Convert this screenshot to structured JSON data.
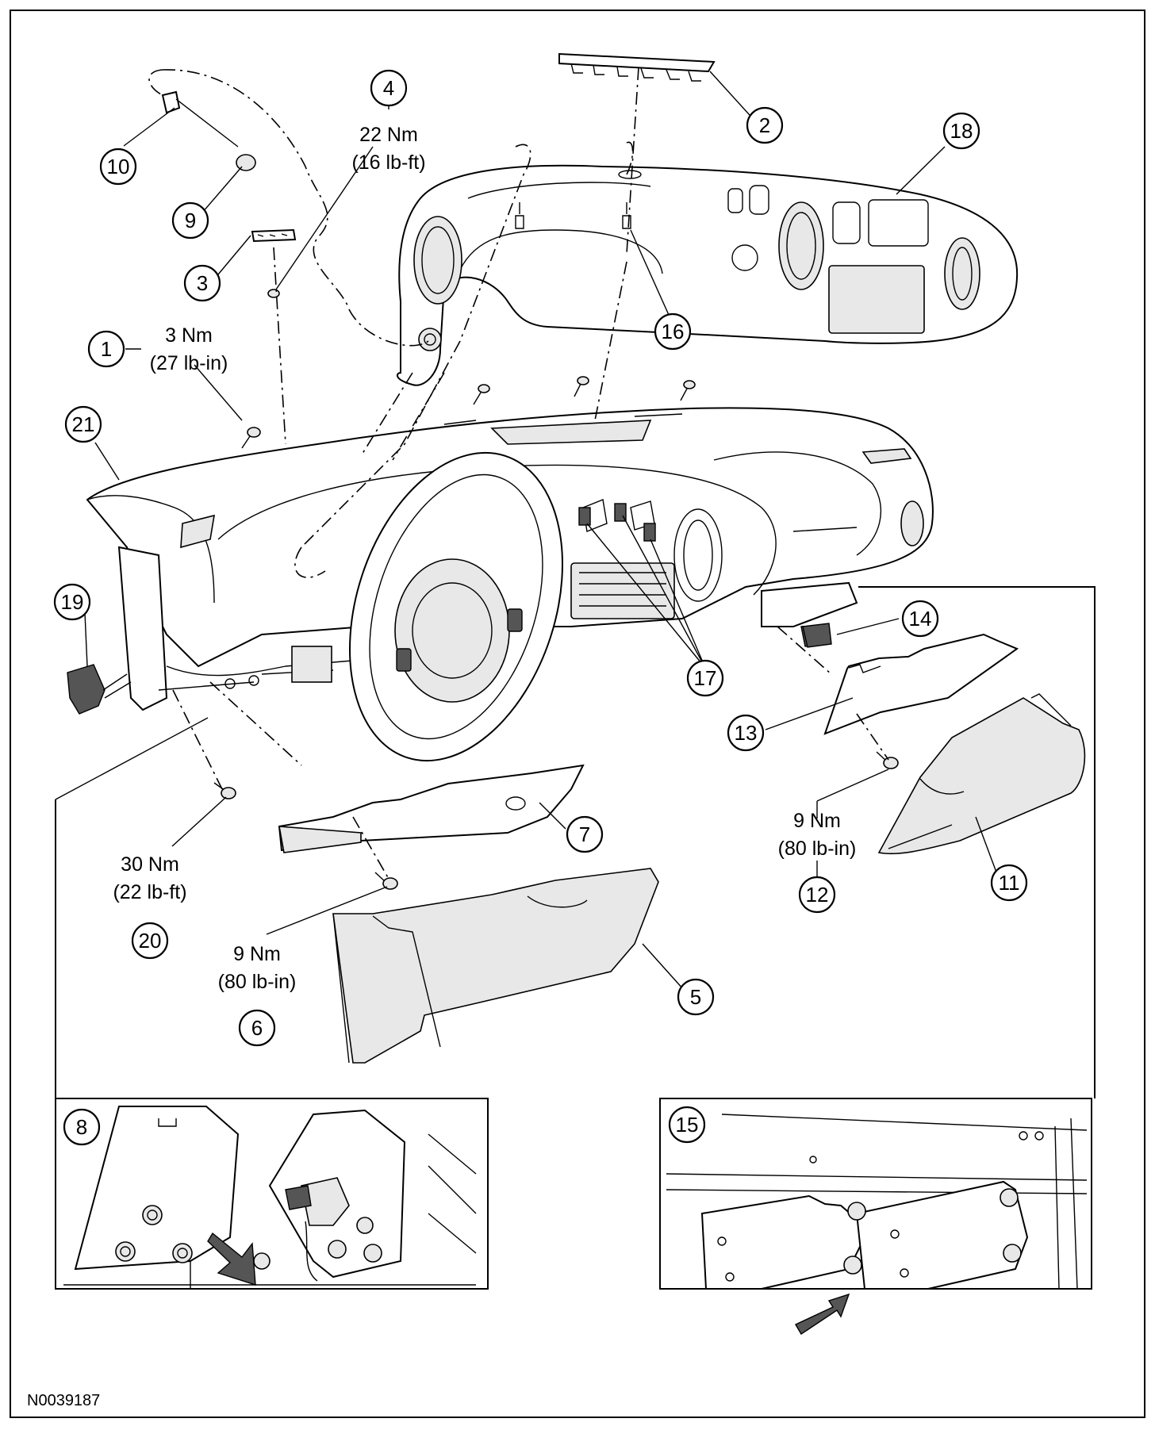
{
  "diagram": {
    "figure_id": "N0039187",
    "callouts": [
      {
        "id": "c1",
        "label": "1"
      },
      {
        "id": "c2",
        "label": "2"
      },
      {
        "id": "c3",
        "label": "3"
      },
      {
        "id": "c4",
        "label": "4"
      },
      {
        "id": "c5",
        "label": "5"
      },
      {
        "id": "c6",
        "label": "6"
      },
      {
        "id": "c7",
        "label": "7"
      },
      {
        "id": "c8",
        "label": "8"
      },
      {
        "id": "c9",
        "label": "9"
      },
      {
        "id": "c10",
        "label": "10"
      },
      {
        "id": "c11",
        "label": "11"
      },
      {
        "id": "c12",
        "label": "12"
      },
      {
        "id": "c13",
        "label": "13"
      },
      {
        "id": "c14",
        "label": "14"
      },
      {
        "id": "c15",
        "label": "15"
      },
      {
        "id": "c16",
        "label": "16"
      },
      {
        "id": "c17",
        "label": "17"
      },
      {
        "id": "c18",
        "label": "18"
      },
      {
        "id": "c19",
        "label": "19"
      },
      {
        "id": "c20",
        "label": "20"
      },
      {
        "id": "c21",
        "label": "21"
      }
    ],
    "torque_specs": {
      "item1": {
        "nm": "3 Nm",
        "imperial": "(27 lb-in)"
      },
      "item4": {
        "nm": "22 Nm",
        "imperial": "(16 lb-ft)"
      },
      "item6": {
        "nm": "9 Nm",
        "imperial": "(80 lb-in)"
      },
      "item12": {
        "nm": "9 Nm",
        "imperial": "(80 lb-in)"
      },
      "item20": {
        "nm": "30 Nm",
        "imperial": "(22 lb-ft)"
      }
    }
  }
}
